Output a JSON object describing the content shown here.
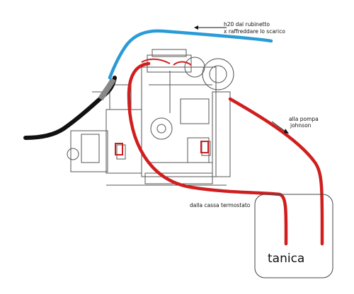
{
  "labels": {
    "water_line1": "h20 dal rubinetto",
    "water_line2": "x raffreddare lo scarico",
    "pump_line1": "alla pompa",
    "pump_line2": "johnson",
    "thermostat": "dalla cassa termostato",
    "tank": "tanica"
  },
  "colors": {
    "water_hose": "#2a9bd6",
    "hot_hose": "#d01e1e",
    "exhaust_hose": "#111111",
    "engine_line": "#555555"
  },
  "icons": [
    "flow-arrow-icon",
    "flow-arrow-icon"
  ]
}
